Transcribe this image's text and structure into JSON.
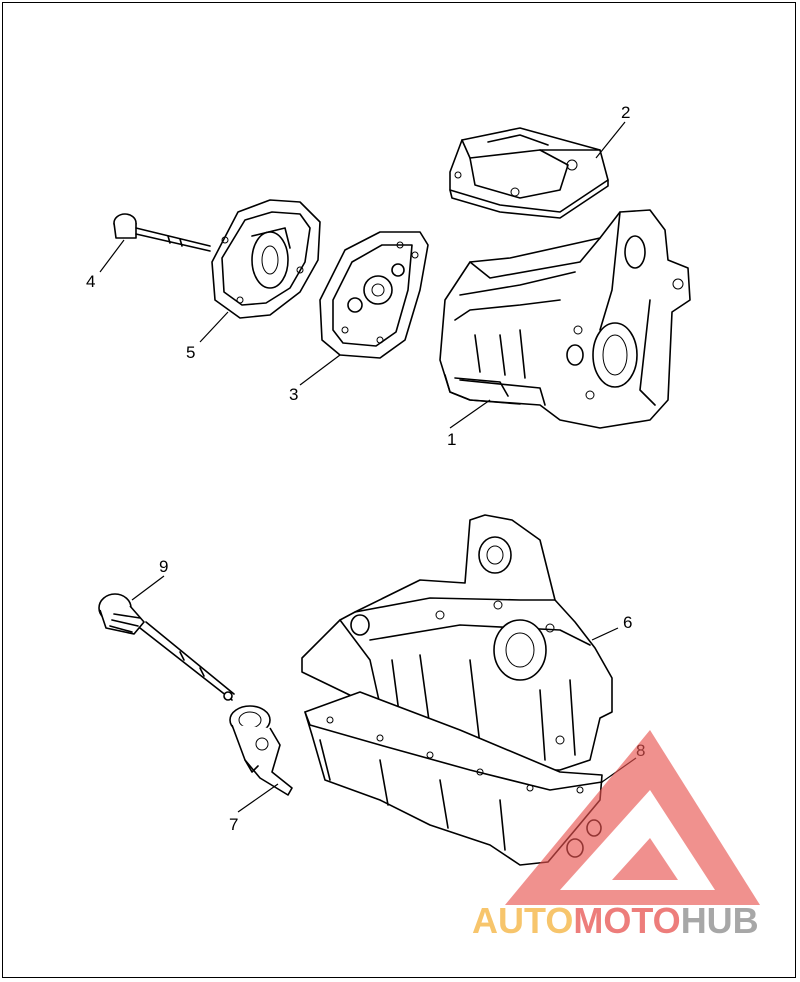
{
  "diagram": {
    "callouts": [
      {
        "id": "1",
        "label": "1"
      },
      {
        "id": "2",
        "label": "2"
      },
      {
        "id": "3",
        "label": "3"
      },
      {
        "id": "4",
        "label": "4"
      },
      {
        "id": "5",
        "label": "5"
      },
      {
        "id": "6",
        "label": "6"
      },
      {
        "id": "7",
        "label": "7"
      },
      {
        "id": "8",
        "label": "8"
      },
      {
        "id": "9",
        "label": "9"
      }
    ]
  },
  "watermark": {
    "part1": "AUTO",
    "part2": "MOTO",
    "part3": "HUB",
    "colors": {
      "orange": "#f5b23b",
      "red": "#e8524f",
      "gray": "#8a8a8a",
      "triangle": "#e8524f"
    }
  }
}
